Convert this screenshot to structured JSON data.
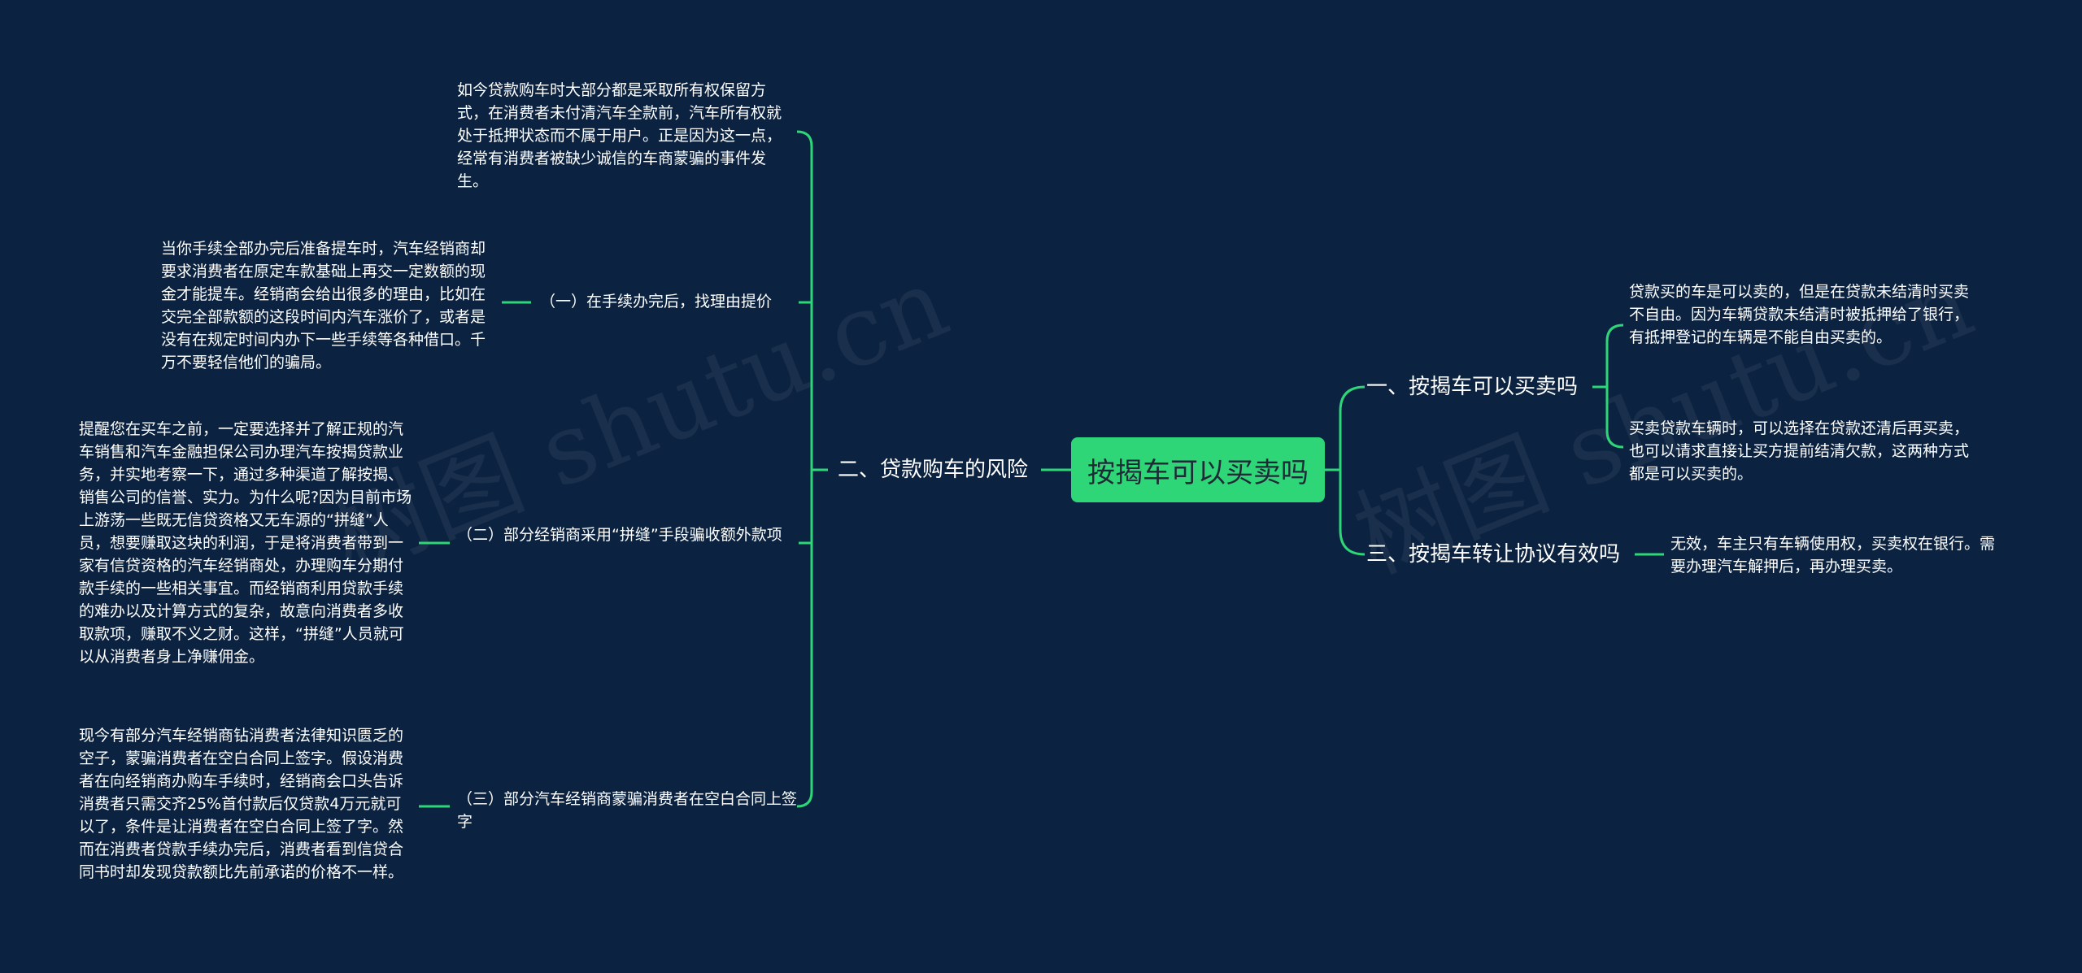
{
  "colors": {
    "background": "#0b2340",
    "accent": "#2fd678",
    "line": "#2fd678",
    "text": "#ffffff"
  },
  "root": {
    "label": "按揭车可以买卖吗"
  },
  "left_branch": {
    "label": "二、贷款购车的风险",
    "intro": "如今贷款购车时大部分都是采取所有权保留方式，在消费者未付清汽车全款前，汽车所有权就处于抵押状态而不属于用户。正是因为这一点，经常有消费者被缺少诚信的车商蒙骗的事件发生。",
    "items": [
      {
        "label": "（一）在手续办完后，找理由提价",
        "detail": "当你手续全部办完后准备提车时，汽车经销商却要求消费者在原定车款基础上再交一定数额的现金才能提车。经销商会给出很多的理由，比如在交完全部款额的这段时间内汽车涨价了，或者是没有在规定时间内办下一些手续等各种借口。千万不要轻信他们的骗局。"
      },
      {
        "label": "（二）部分经销商采用“拼缝”手段骗收额外款项",
        "detail": "提醒您在买车之前，一定要选择并了解正规的汽车销售和汽车金融担保公司办理汽车按揭贷款业务，并实地考察一下，通过多种渠道了解按揭、销售公司的信誉、实力。为什么呢?因为目前市场上游荡一些既无信贷资格又无车源的“拼缝”人员，想要赚取这块的利润，于是将消费者带到一家有信贷资格的汽车经销商处，办理购车分期付款手续的一些相关事宜。而经销商利用贷款手续的难办以及计算方式的复杂，故意向消费者多收取款项，赚取不义之财。这样，“拼缝”人员就可以从消费者身上净赚佣金。"
      },
      {
        "label": "（三）部分汽车经销商蒙骗消费者在空白合同上签字",
        "detail": "现今有部分汽车经销商钻消费者法律知识匮乏的空子，蒙骗消费者在空白合同上签字。假设消费者在向经销商办购车手续时，经销商会口头告诉消费者只需交齐25%首付款后仅贷款4万元就可以了，条件是让消费者在空白合同上签了字。然而在消费者贷款手续办完后，消费者看到信贷合同书时却发现贷款额比先前承诺的价格不一样。"
      }
    ]
  },
  "right_branches": [
    {
      "label": "一、按揭车可以买卖吗",
      "leaves": [
        "贷款买的车是可以卖的，但是在贷款未结清时买卖不自由。因为车辆贷款未结清时被抵押给了银行，有抵押登记的车辆是不能自由买卖的。",
        "买卖贷款车辆时，可以选择在贷款还清后再买卖，也可以请求直接让买方提前结清欠款，这两种方式都是可以买卖的。"
      ]
    },
    {
      "label": "三、按揭车转让协议有效吗",
      "leaves": [
        "无效，车主只有车辆使用权，买卖权在银行。需要办理汽车解押后，再办理买卖。"
      ]
    }
  ],
  "watermark": {
    "text_left": "树图 shutu.cn",
    "text_right": "树图 shutu.cn"
  }
}
